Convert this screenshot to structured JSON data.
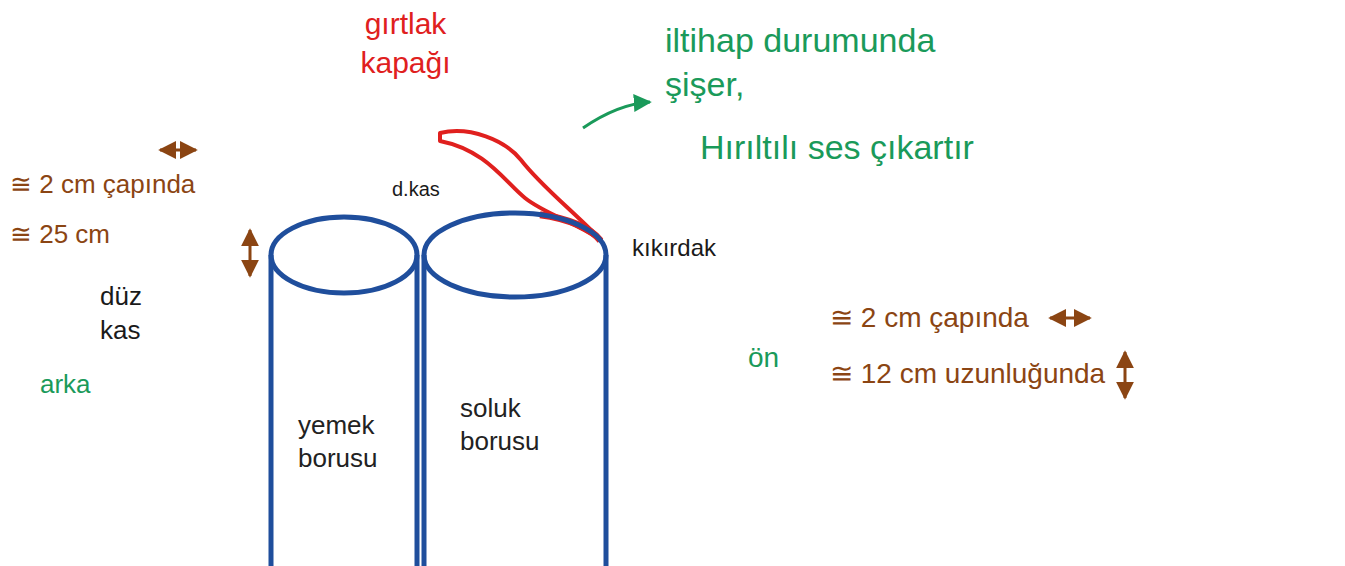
{
  "diagram": {
    "nodes": [
      {
        "text": [
          "yemek borusu"
        ]
      },
      {
        "text": [
          "soluk borusu"
        ]
      }
    ],
    "labels": [
      "gırtlak kapağı",
      "iltihap durumunda şişer,",
      "Hırıltılı ses çıkartır",
      "≅ 2 cm çapında",
      "≅ 25 cm",
      "düz kas",
      "arka",
      "d.kas",
      "kıkırdak",
      "ön",
      "≅ 2 cm çapında",
      "≅ 12 cm uzunluğunda"
    ]
  }
}
